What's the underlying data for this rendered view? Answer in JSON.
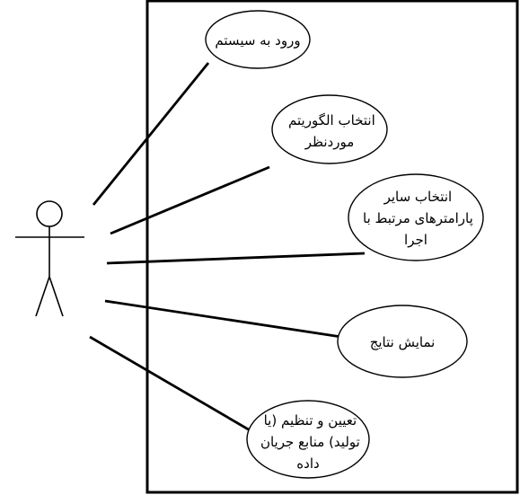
{
  "diagram": {
    "type": "use-case",
    "colors": {
      "background": "#ffffff",
      "stroke": "#000000",
      "text": "#000000"
    },
    "actor": {
      "icon": "stick-figure-actor-icon"
    },
    "use_cases": [
      {
        "lines": [
          "ورود به سیستم"
        ]
      },
      {
        "lines": [
          "انتخاب الگوریتم",
          "موردنظر"
        ]
      },
      {
        "lines": [
          "انتخاب سایر",
          "پارامترهای مرتبط با",
          "اجرا"
        ]
      },
      {
        "lines": [
          "نمایش نتایج"
        ]
      },
      {
        "lines": [
          "تعیین و تنظیم (یا",
          "تولید) منابع جریان",
          "داده"
        ]
      }
    ]
  }
}
